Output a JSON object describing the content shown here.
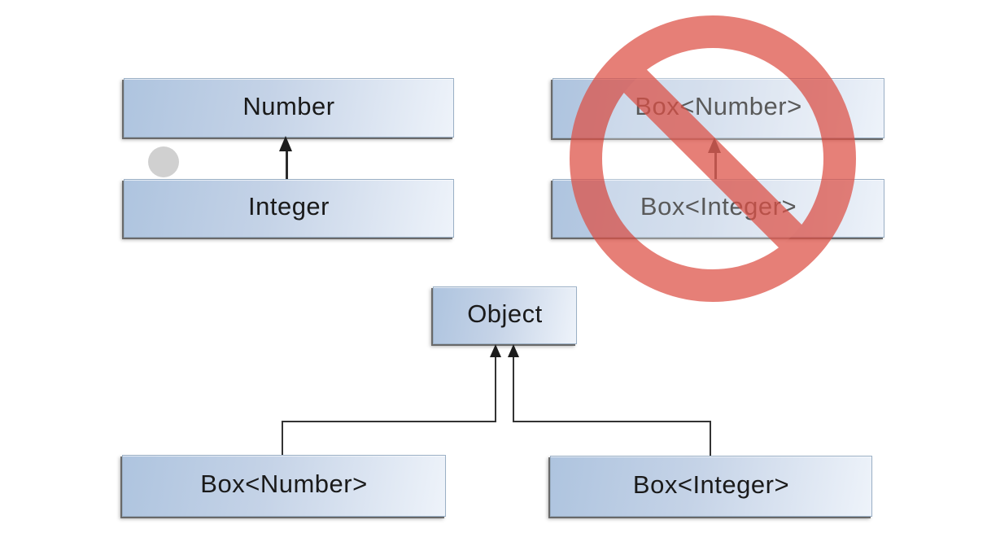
{
  "colors": {
    "background": "#ffffff",
    "box_fill_left": "#aec4df",
    "box_fill_right": "#eef3fa",
    "box_border": "#9bb0c6",
    "box_shadow": "#5f5f5f",
    "line": "#2b2b2b",
    "text": "#1a1a1a",
    "prohibition_red": "#dd4f44",
    "dot_gray": "#d0d0d0"
  },
  "panels": {
    "number_hierarchy": {
      "parent_label": "Number",
      "child_label": "Integer"
    },
    "box_hierarchy_invalid": {
      "parent_label": "Box<Number>",
      "child_label": "Box<Integer>"
    },
    "object_hierarchy": {
      "root_label": "Object",
      "left_child_label": "Box<Number>",
      "right_child_label": "Box<Integer>"
    }
  }
}
